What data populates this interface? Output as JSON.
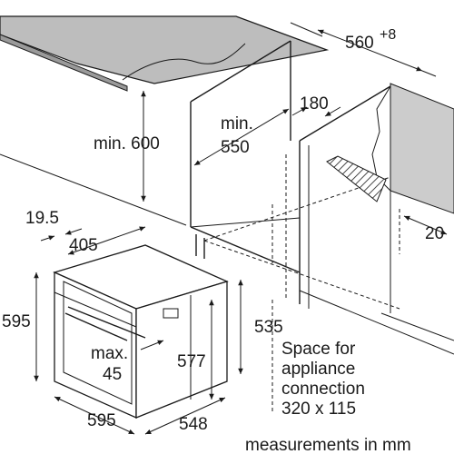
{
  "labels": {
    "niche_width": "560",
    "niche_width_tolerance": "+8",
    "min_height": "min. 600",
    "min_depth_line1": "min.",
    "min_depth_line2": "550",
    "vent_width": "180",
    "rear_clearance": "20",
    "front_offset": "19.5",
    "top_depth": "405",
    "oven_height": "595",
    "body_height": "535",
    "inner_height": "577",
    "max_line1": "max.",
    "max_line2": "45",
    "oven_width": "595",
    "body_depth": "548",
    "space_line1": "Space for",
    "space_line2": "appliance",
    "space_line3": "connection",
    "space_line4": "320 x 115",
    "units": "measurements in mm"
  }
}
